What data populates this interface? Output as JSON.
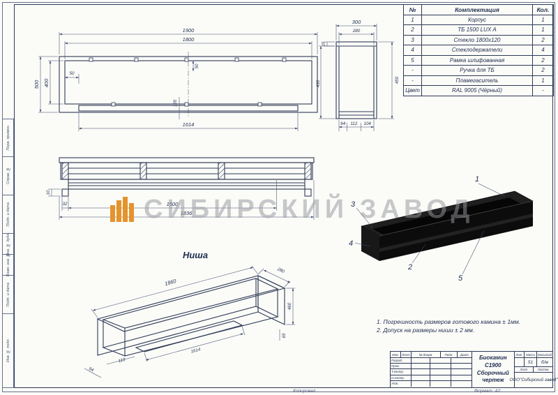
{
  "colors": {
    "line": "#2e3a56",
    "text": "#1f2c4d",
    "accent_orange": "#e5932c",
    "watermark_gray": "#96989e",
    "render_black": "#0c0c0c"
  },
  "watermark": {
    "text": "СИБИРСКИЙ ЗАВОД"
  },
  "margin_labels": [
    "Перв. примен.",
    "Справ. №",
    "Подп. и дата",
    "Инв. № дубл.",
    "Взам. инв. №",
    "Подп. и дата",
    "Инв. № подл."
  ],
  "parts": {
    "headers": [
      "№",
      "Комплектация",
      "Кол."
    ],
    "rows": [
      [
        "1",
        "Корпус",
        "1"
      ],
      [
        "2",
        "ТБ 1500 LUX А",
        "1"
      ],
      [
        "3",
        "Стекло 1800х120",
        "2"
      ],
      [
        "4",
        "Стеклодержатели",
        "4"
      ],
      [
        "5",
        "Рамка шлифованная",
        "2"
      ],
      [
        "-",
        "Ручка для ТБ",
        "2"
      ],
      [
        "-",
        "Пламегаситель",
        "1"
      ],
      [
        "Цвет",
        "RAL 9005 (Чёрный)",
        "-"
      ]
    ]
  },
  "notes": [
    "1. Погрешность размеров готового камина ± 1мм.",
    "2. Допуск на размеры ниши ± 2 мм."
  ],
  "views": {
    "front": {
      "dims": {
        "overall_width": "1900",
        "inner_width": "1800",
        "overall_height": "500",
        "inner_height": "400",
        "top_offset": "50",
        "left_offset": "50",
        "slot_height": "120",
        "slot_width": "1614"
      }
    },
    "side": {
      "dims": {
        "depth": "300",
        "inner_depth": "280",
        "flange": "25",
        "inner_height": "430",
        "overall_height": "450",
        "seg_a": "64",
        "seg_b": "112",
        "seg_c": "104"
      }
    },
    "base": {
      "dims": {
        "foot_height": "10",
        "end_offset": "32",
        "post_span": "1500",
        "overall_length": "1836"
      }
    },
    "niche": {
      "label": "Ниша",
      "dims": {
        "length": "1860",
        "depth": "280",
        "height": "460",
        "slot_length": "1614",
        "offset_a": "113",
        "offset_b": "94",
        "offset_c": "65"
      }
    },
    "render": {
      "callouts": [
        "1",
        "2",
        "3",
        "4",
        "5"
      ]
    }
  },
  "title_block": {
    "product": "Биокамин С1900",
    "doc_type": "Сборочный чертеж",
    "company": "ООО\"Сибирский завод\"",
    "lit_label": "Лит.",
    "mass_label": "Масса",
    "scale_label": "Масштаб",
    "mass_value": "51",
    "scale_value": "б/м",
    "sheet_label": "Лист",
    "sheets_label": "Листов",
    "sig_header": [
      "Изм.",
      "Лист",
      "№ докум.",
      "Подп.",
      "Дата"
    ],
    "sig_rows": [
      "Разраб.",
      "Пров.",
      "Т.контр.",
      "Н.контр.",
      "Утв."
    ],
    "copied_label": "Копировал",
    "format_label": "Формат",
    "format_value": "А2"
  }
}
